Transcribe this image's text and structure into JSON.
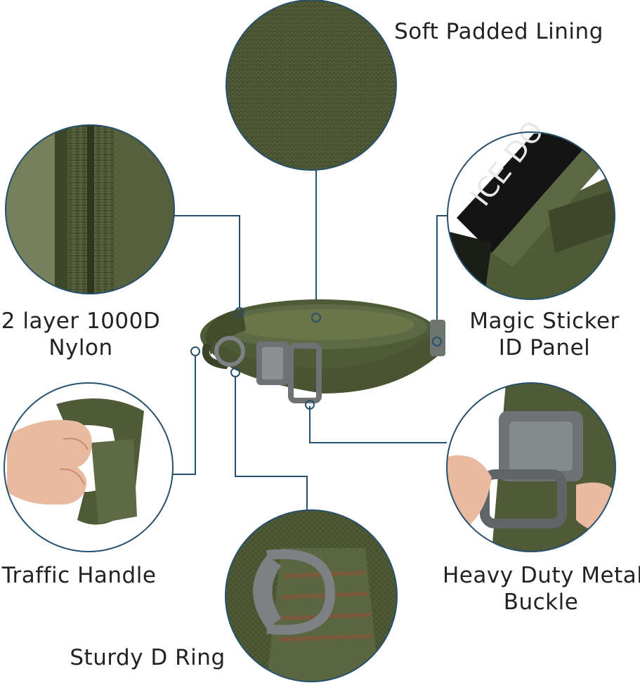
{
  "labels": {
    "soft_padded_lining": "Soft Padded Lining",
    "nylon_line1": "2 layer 1000D",
    "nylon_line2": "Nylon",
    "magic_line1": "Magic Sticker",
    "magic_line2": "ID Panel",
    "traffic_handle": "Traffic Handle",
    "buckle_line1": "Heavy Duty Metal",
    "buckle_line2": "Buckle",
    "d_ring": "Sturdy D Ring"
  },
  "patch_text": "ICE DO",
  "colors": {
    "olive": "#4f5a36",
    "olive_dark": "#3a4227",
    "olive_light": "#6b7648",
    "leader_line": "#27506e",
    "metal": "#6e7275",
    "skin": "#e9b9a0",
    "text": "#222222"
  }
}
